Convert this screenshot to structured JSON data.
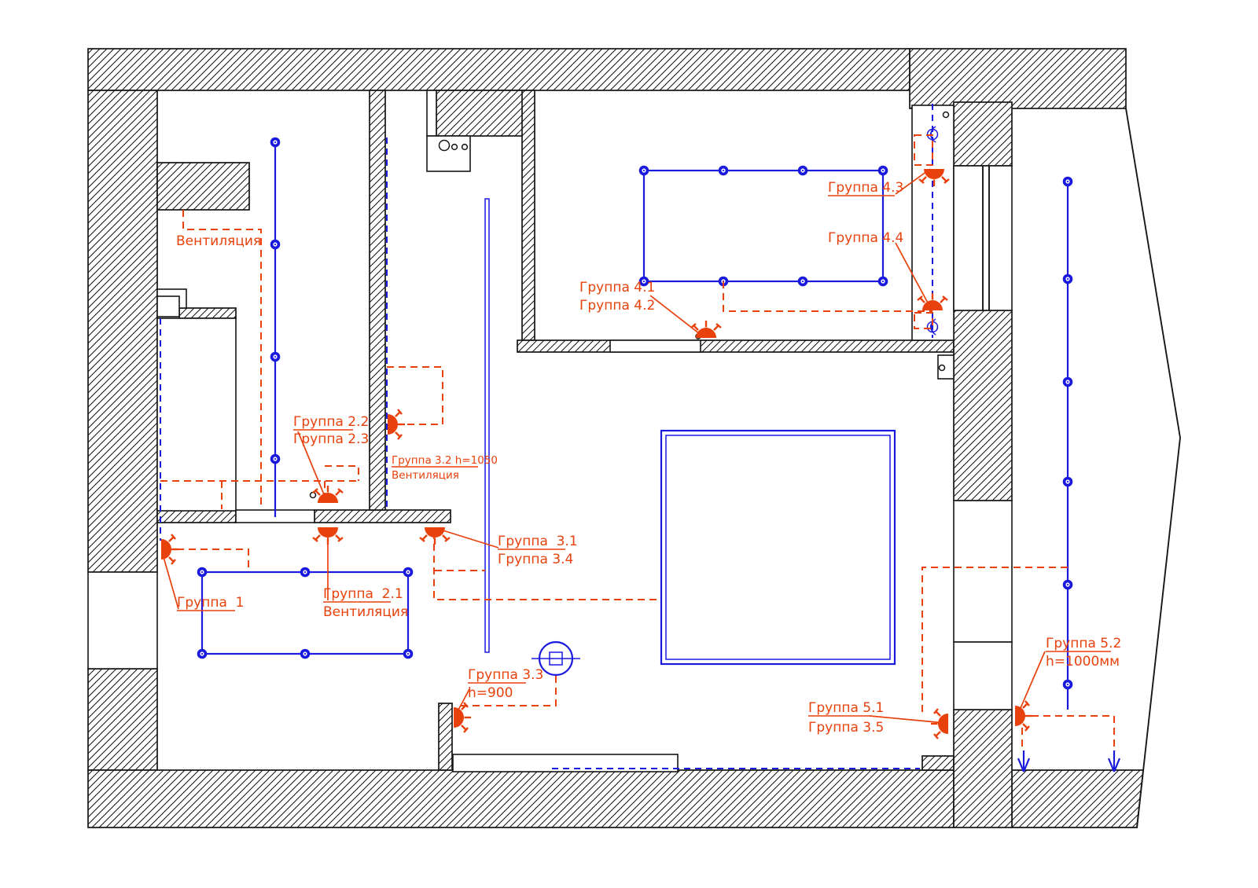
{
  "meta": {
    "type": "electrical-lighting-floor-plan",
    "language": "ru"
  },
  "colors": {
    "wiring_orange": "#e8410c",
    "circuit_blue": "#1a1adf",
    "ink": "#161616",
    "paper": "#ffffff"
  },
  "labels": {
    "vent_top": "Вентиляция",
    "g22": "Группа 2.2",
    "g23": "Группа 2.3",
    "g32": "Группа 3.2 h=1050",
    "g32_vent": "Вентиляция",
    "g1": "Группа  1",
    "g21": "Группа  2.1",
    "g21_vent": "Вентиляция",
    "g31": "Группа  3.1",
    "g34": "Группа 3.4",
    "g33": "Группа 3.3",
    "g33_h": "h=900",
    "g41": "Группа 4.1",
    "g42": "Группа 4.2",
    "g43": "Группа 4.3",
    "g44": "Группа 4.4",
    "g51": "Группа 5.1",
    "g35": "Группа 3.5",
    "g52": "Группа 5.2",
    "g52_h": "h=1000мм"
  }
}
